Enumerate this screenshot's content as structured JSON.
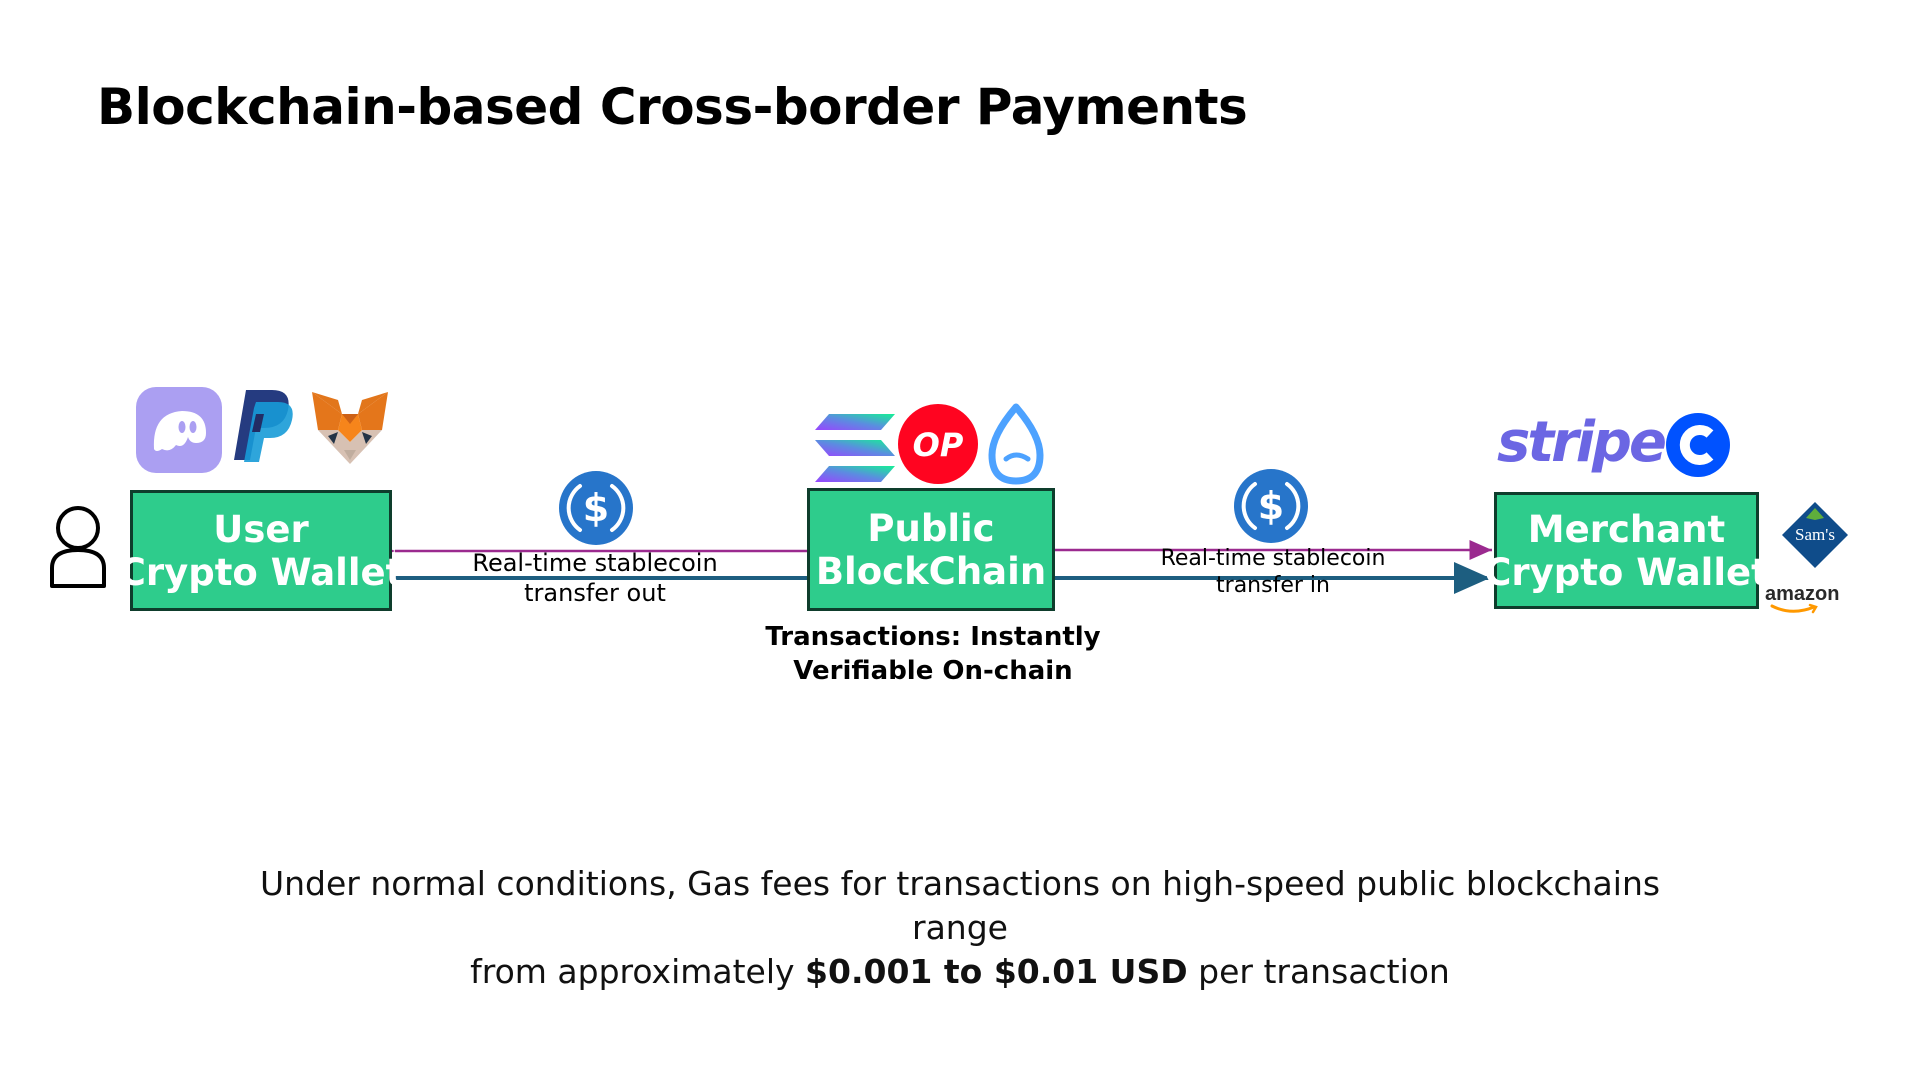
{
  "title": "Blockchain-based Cross-border Payments",
  "nodes": {
    "user": {
      "line1": "User",
      "line2": "Crypto Wallet"
    },
    "chain": {
      "line1": "Public",
      "line2": "BlockChain"
    },
    "merchant": {
      "line1": "Merchant",
      "line2": "Crypto Wallet"
    }
  },
  "flows": {
    "out": {
      "line1": "Real-time stablecoin",
      "line2": "transfer out"
    },
    "in": {
      "line1": "Real-time stablecoin",
      "line2": "transfer in"
    }
  },
  "chain_caption": {
    "line1": "Transactions: Instantly",
    "line2": "Verifiable On-chain"
  },
  "footnote": {
    "line1": "Under normal conditions, Gas fees for transactions on high-speed public blockchains range",
    "line2_pre": "from approximately ",
    "line2_bold": "$0.001 to $0.01 USD",
    "line2_post": " per transaction"
  },
  "logos": {
    "op": "OP",
    "stripe": "stripe",
    "amazon": "amazon",
    "sams": "Sam's"
  },
  "icons": {
    "user_wallets": [
      "phantom-icon",
      "paypal-icon",
      "metamask-icon"
    ],
    "chains": [
      "solana-icon",
      "optimism-icon",
      "sui-icon"
    ],
    "merchant_wallets": [
      "stripe-logo",
      "coinbase-icon",
      "sams-club-icon",
      "amazon-logo"
    ],
    "stablecoin": "usdc-icon",
    "person": "person-icon"
  },
  "colors": {
    "node_fill": "#2ecc8c",
    "node_border": "#0e3d2c",
    "arrow_purple": "#9b2a8f",
    "arrow_teal": "#1d5e80",
    "usdc_blue": "#2775ca",
    "op_red": "#ff0420",
    "stripe": "#6b66e3",
    "coinbase": "#0052ff"
  }
}
